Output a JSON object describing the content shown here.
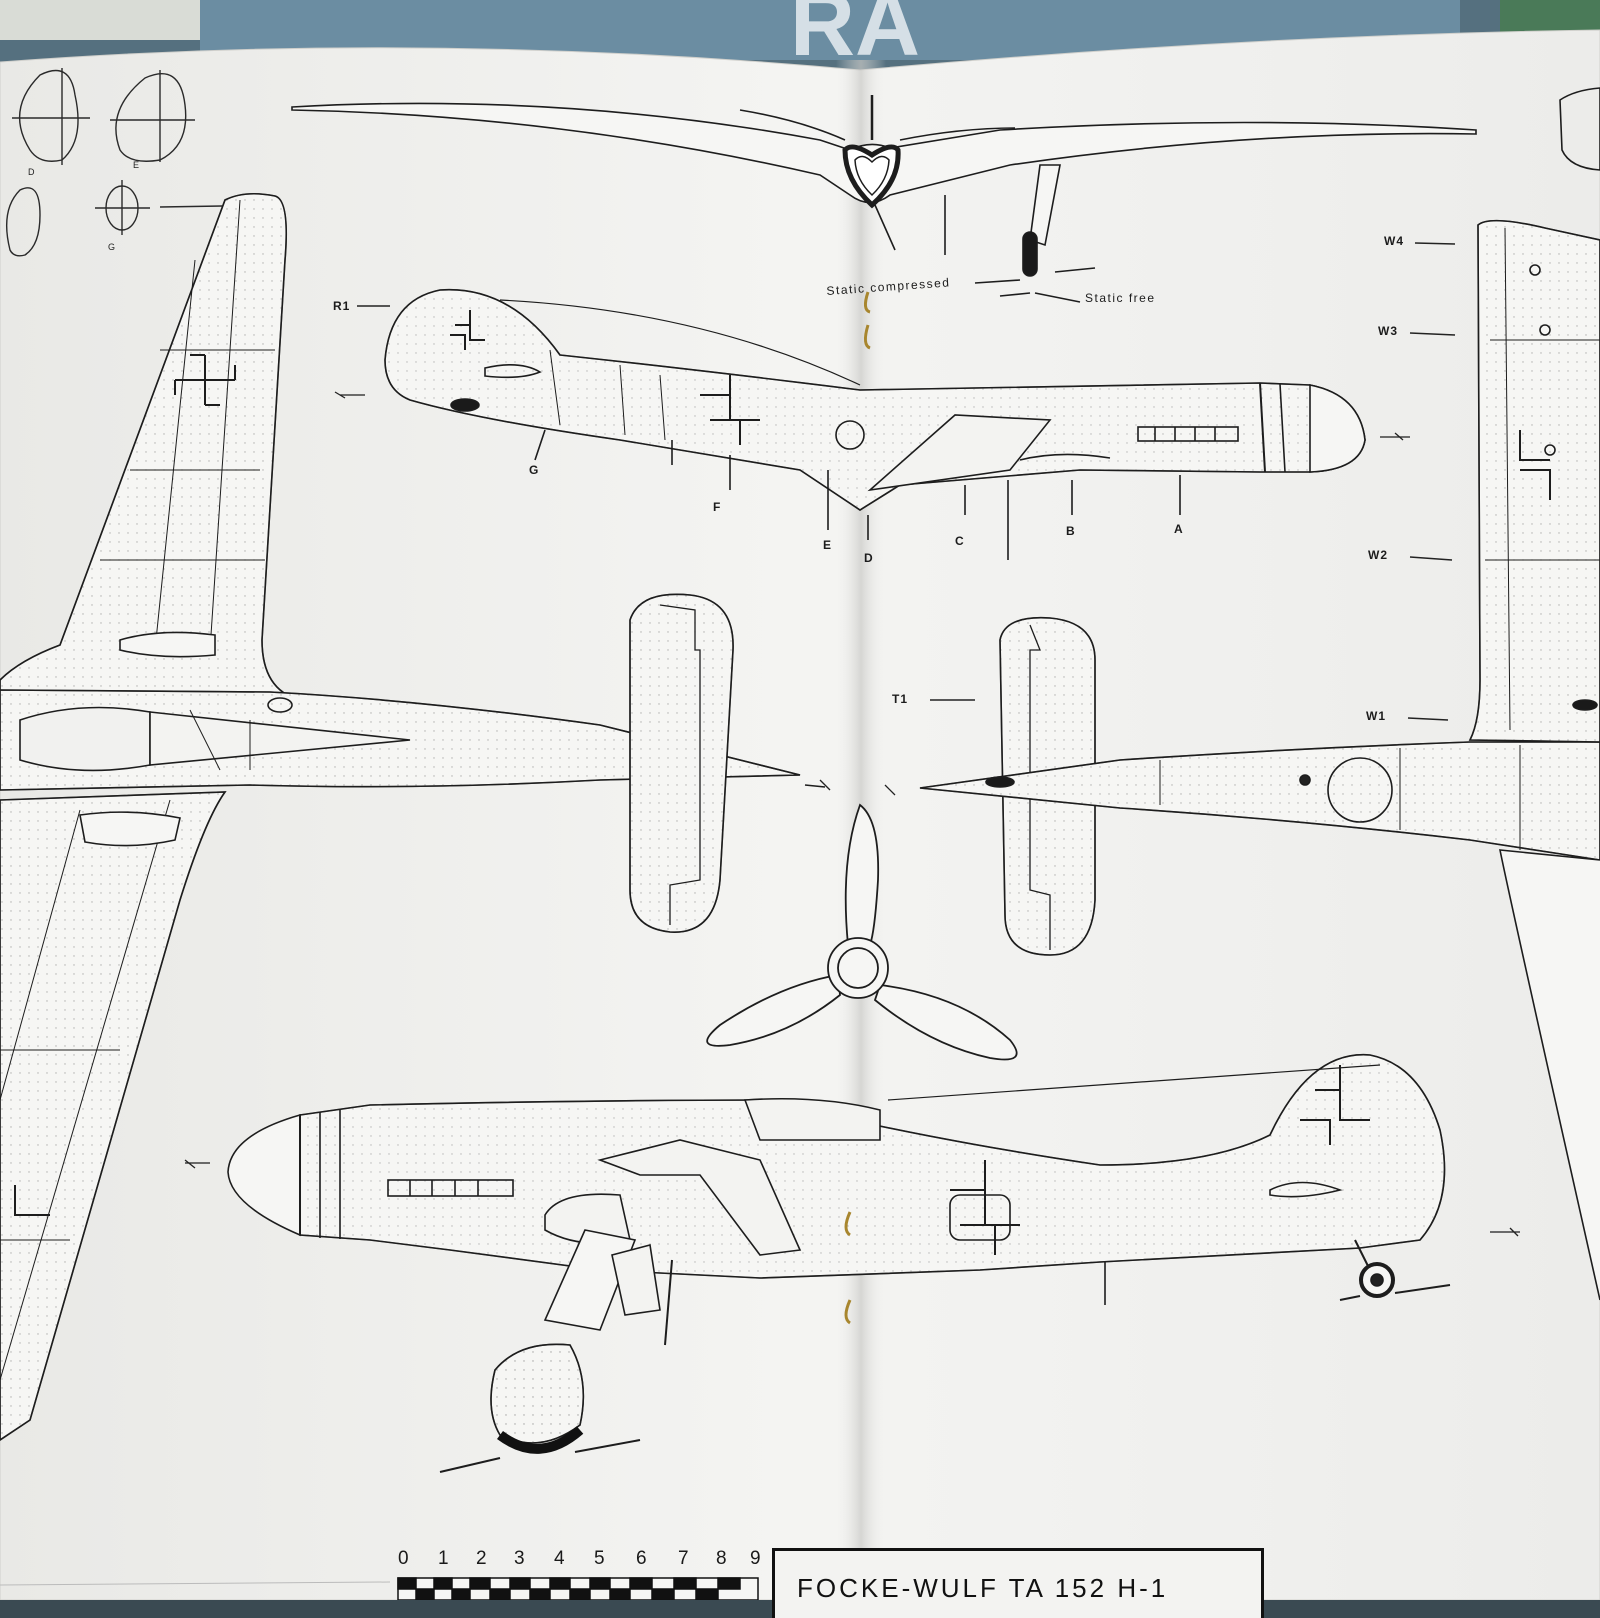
{
  "labels": {
    "r1": "R1",
    "section_g_top": "G",
    "section_e_top": "E",
    "section_d_top": "D",
    "w4": "W4",
    "w3": "W3",
    "w2": "W2",
    "w1": "W1",
    "t1": "T1",
    "g": "G",
    "f": "F",
    "e": "E",
    "d": "D",
    "c": "C",
    "b": "B",
    "a": "A",
    "static_compressed": "Static compressed",
    "static_free": "Static free"
  },
  "scale": [
    "0",
    "1",
    "2",
    "3",
    "4",
    "5",
    "6",
    "7",
    "8",
    "9"
  ],
  "title": "FOCKE-WULF   TA 152 H-1",
  "colors": {
    "paper": "#f1f1ef",
    "ink": "#1d1d1d",
    "background": "#3a4a52",
    "cover_blue": "#5f7f93"
  }
}
